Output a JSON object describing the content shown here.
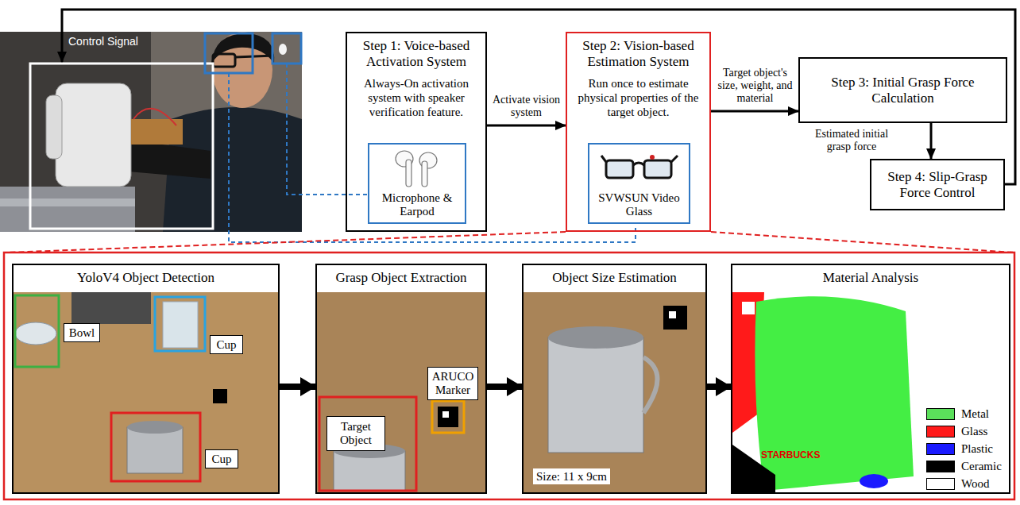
{
  "diagram": {
    "nodes": [
      {
        "text": [
          "Step 1: Voice-based Activation System",
          "Always-On activation system with speaker verification feature."
        ]
      },
      {
        "text": [
          "Microphone & Earpod"
        ],
        "in": 0
      },
      {
        "text": [
          "Step 2: Vision-based Estimation System",
          "Run once to estimate physical properties of the target object."
        ]
      },
      {
        "text": [
          "SVWSUN Video Glass"
        ],
        "in": 2
      },
      {
        "text": [
          "Step 3: Initial Grasp Force Calculation"
        ]
      },
      {
        "text": [
          "Step 4: Slip-Grasp Force Control"
        ]
      },
      {
        "text": [
          "YoloV4 Object Detection"
        ]
      },
      {
        "text": [
          "Bowl"
        ],
        "in": 6
      },
      {
        "text": [
          "Cup"
        ],
        "in": 6
      },
      {
        "text": [
          "Cup"
        ],
        "in": 6
      },
      {
        "text": [
          "Grasp Object Extraction"
        ]
      },
      {
        "text": [
          "Target Object"
        ],
        "in": 10
      },
      {
        "text": [
          "ARUCO Marker"
        ],
        "in": 10
      },
      {
        "text": [
          "Object Size Estimation",
          "Size: 11 x 9cm"
        ]
      },
      {
        "text": [
          "Material Analysis"
        ]
      }
    ],
    "edges": [
      {
        "from": 0,
        "to": 2,
        "arrow": "to",
        "label": "Activate vision system"
      },
      {
        "from": 2,
        "to": 4,
        "arrow": "to",
        "label": "Target object's size, weight, and material"
      },
      {
        "from": 4,
        "to": 5,
        "arrow": "to",
        "label": "Estimated initial grasp force"
      },
      {
        "from": 6,
        "to": 10,
        "arrow": "to"
      },
      {
        "from": 10,
        "to": 13,
        "arrow": "to"
      },
      {
        "from": 13,
        "to": 14,
        "arrow": "to"
      }
    ],
    "labels": [
      "Control Signal",
      "STARBUCKS"
    ],
    "legend": [
      {
        "text": "Metal",
        "color": "#5be05b"
      },
      {
        "text": "Glass",
        "color": "#ff1a1a"
      },
      {
        "text": "Plastic",
        "color": "#1a1aff"
      },
      {
        "text": "Ceramic",
        "color": "#000000"
      },
      {
        "text": "Wood",
        "color": "#ffffff"
      }
    ]
  }
}
